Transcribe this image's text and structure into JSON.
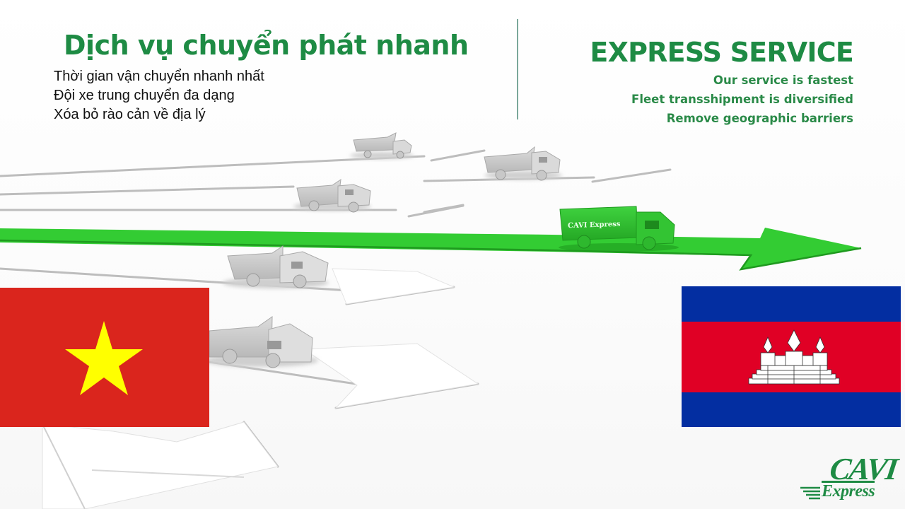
{
  "slide": {
    "vietnamese": {
      "title": "Dịch vụ chuyển phát nhanh",
      "lines": [
        "Thời gian vận chuyển nhanh nhất",
        "Đội xe trung chuyển đa dạng",
        "Xóa bỏ rào cản về địa lý"
      ]
    },
    "english": {
      "title": "EXPRESS SERVICE",
      "lines": [
        "Our service is fastest",
        "Fleet transshipment  is diversified",
        "Remove geographic barriers"
      ]
    },
    "truck_label": "CAVI Express",
    "logo": {
      "top": "CAVI",
      "bottom": "Express"
    },
    "flags": {
      "origin": "Vietnam",
      "destination": "Cambodia"
    },
    "colors": {
      "brand_green": "#1e8b44",
      "arrow_green": "#33cc33",
      "vn_red": "#da251d",
      "vn_star": "#ffff00",
      "kh_blue": "#032ea1",
      "kh_red": "#e00025"
    }
  }
}
